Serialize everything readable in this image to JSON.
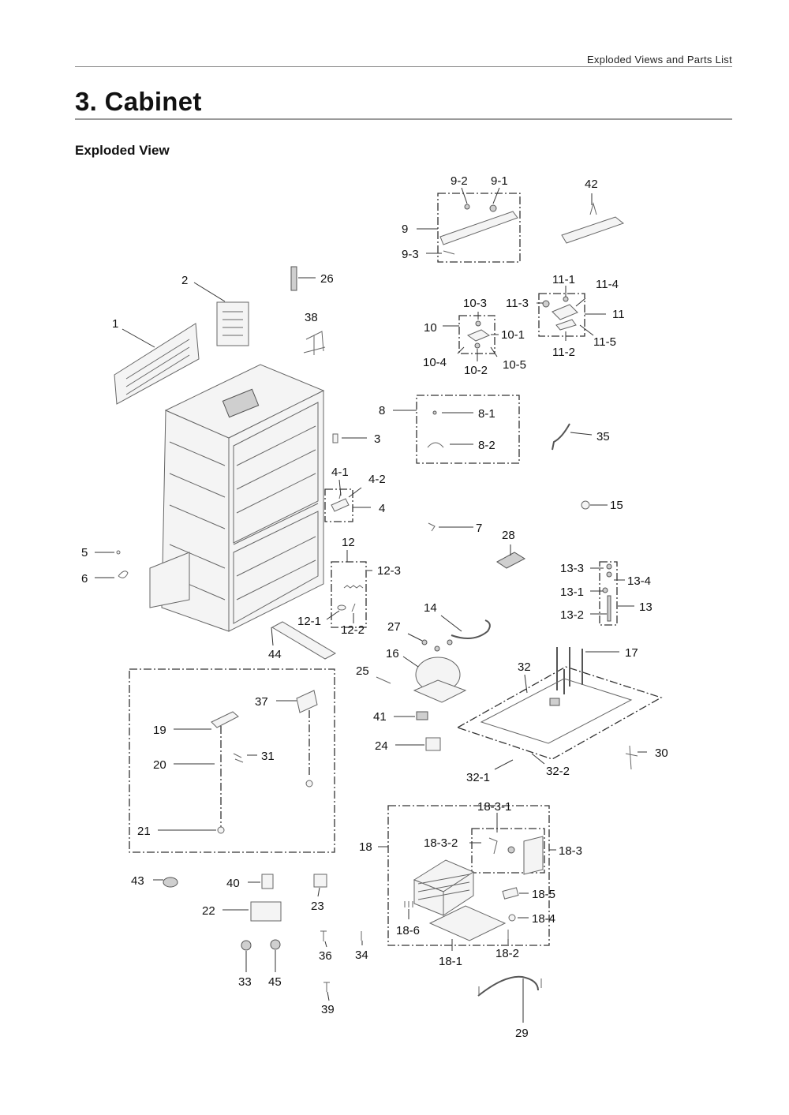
{
  "header": {
    "running_head": "Exploded Views and Parts List"
  },
  "page": {
    "title": "3.  Cabinet",
    "subtitle": "Exploded View"
  },
  "callouts": {
    "c1": "1",
    "c2": "2",
    "c3": "3",
    "c4": "4",
    "c4_1": "4-1",
    "c4_2": "4-2",
    "c5": "5",
    "c6": "6",
    "c7": "7",
    "c8": "8",
    "c8_1": "8-1",
    "c8_2": "8-2",
    "c9": "9",
    "c9_1": "9-1",
    "c9_2": "9-2",
    "c9_3": "9-3",
    "c10": "10",
    "c10_1": "10-1",
    "c10_2": "10-2",
    "c10_3": "10-3",
    "c10_4": "10-4",
    "c10_5": "10-5",
    "c11": "11",
    "c11_1": "11-1",
    "c11_2": "11-2",
    "c11_3": "11-3",
    "c11_4": "11-4",
    "c11_5": "11-5",
    "c12": "12",
    "c12_1": "12-1",
    "c12_2": "12-2",
    "c12_3": "12-3",
    "c13": "13",
    "c13_1": "13-1",
    "c13_2": "13-2",
    "c13_3": "13-3",
    "c13_4": "13-4",
    "c14": "14",
    "c15": "15",
    "c16": "16",
    "c17": "17",
    "c18": "18",
    "c18_1": "18-1",
    "c18_2": "18-2",
    "c18_3": "18-3",
    "c18_3_1": "18-3-1",
    "c18_3_2": "18-3-2",
    "c18_4": "18-4",
    "c18_5": "18-5",
    "c18_6": "18-6",
    "c19": "19",
    "c20": "20",
    "c21": "21",
    "c22": "22",
    "c23": "23",
    "c24": "24",
    "c25": "25",
    "c26": "26",
    "c27": "27",
    "c28": "28",
    "c29": "29",
    "c30": "30",
    "c31": "31",
    "c32": "32",
    "c32_1": "32-1",
    "c32_2": "32-2",
    "c33": "33",
    "c34": "34",
    "c35": "35",
    "c36": "36",
    "c37": "37",
    "c38": "38",
    "c39": "39",
    "c40": "40",
    "c41": "41",
    "c42": "42",
    "c43": "43",
    "c44": "44",
    "c45": "45"
  }
}
